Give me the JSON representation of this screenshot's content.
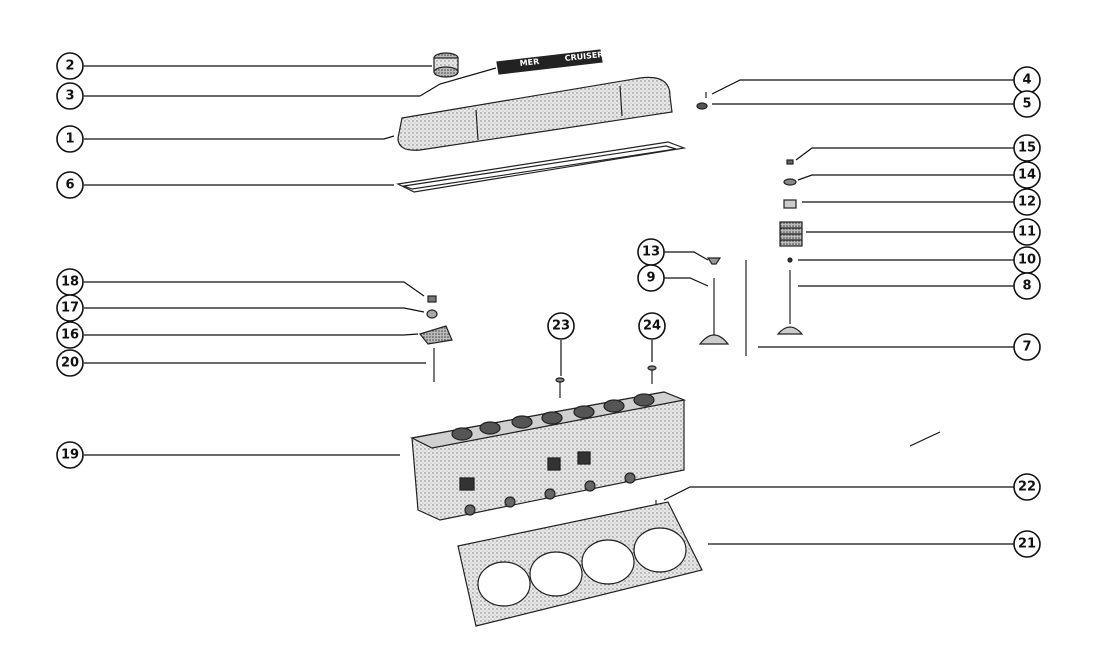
{
  "diagram": {
    "callouts": [
      "1",
      "2",
      "3",
      "4",
      "5",
      "6",
      "7",
      "8",
      "9",
      "10",
      "11",
      "12",
      "13",
      "14",
      "15",
      "16",
      "17",
      "18",
      "19",
      "20",
      "21",
      "22",
      "23",
      "24"
    ],
    "badge_text": [
      "MER",
      "CRUISER"
    ]
  }
}
